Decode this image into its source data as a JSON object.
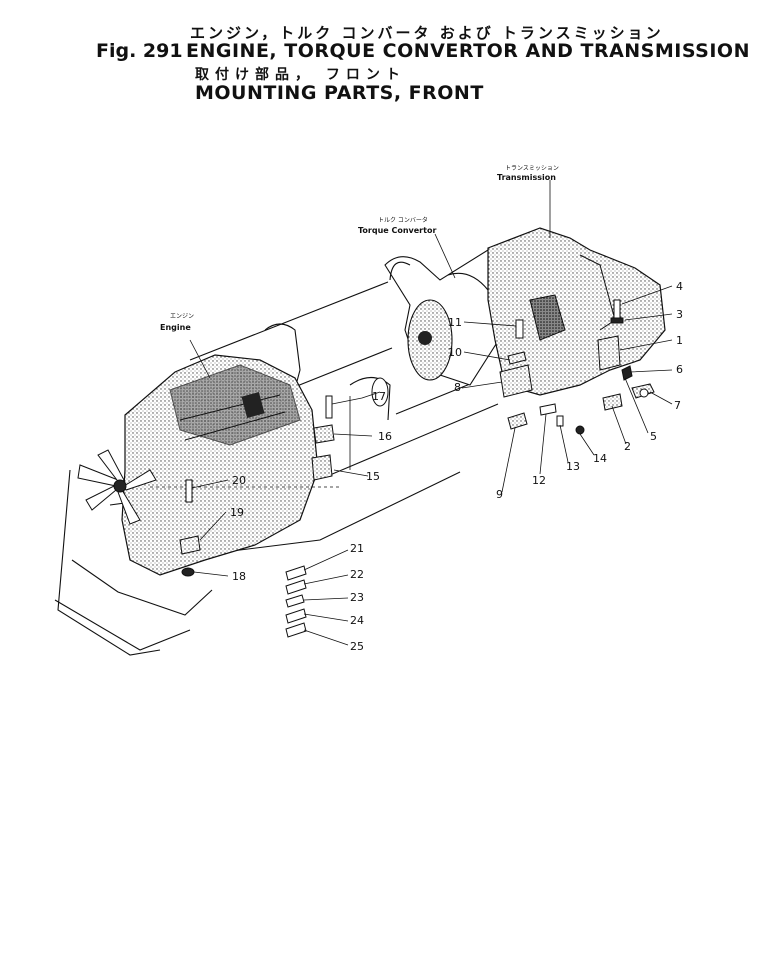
{
  "header": {
    "title_jp": "エンジン，トルク コンバータ および トランスミッション",
    "fig_number": "Fig. 291",
    "title_en": "ENGINE, TORQUE CONVERTOR AND TRANSMISSION",
    "subtitle_jp": "取付け部品， フロント",
    "subtitle_en": "MOUNTING PARTS, FRONT"
  },
  "assemblies": {
    "transmission": {
      "label_jp": "トランスミッション",
      "label_en": "Transmission"
    },
    "torque_convertor": {
      "label_jp": "トルク コンバータ",
      "label_en": "Torque Convertor"
    },
    "engine": {
      "label_jp": "エンジン",
      "label_en": "Engine"
    }
  },
  "callouts": [
    "1",
    "2",
    "3",
    "4",
    "5",
    "6",
    "7",
    "8",
    "9",
    "10",
    "11",
    "12",
    "13",
    "14",
    "15",
    "16",
    "17",
    "18",
    "19",
    "20",
    "21",
    "22",
    "23",
    "24",
    "25"
  ]
}
